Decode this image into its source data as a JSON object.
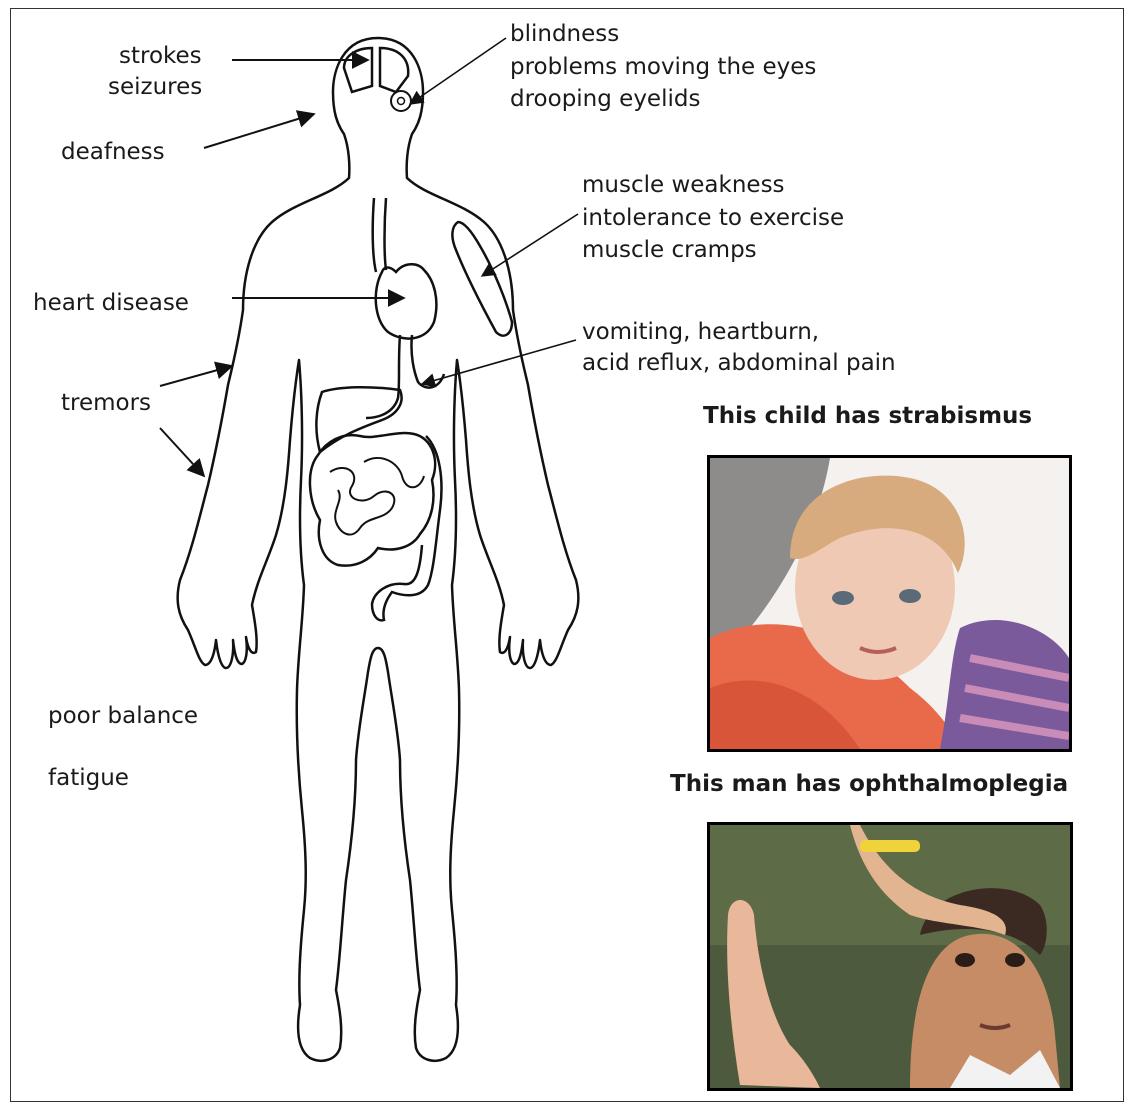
{
  "labels": {
    "strokes": "strokes",
    "seizures": "seizures",
    "deafness": "deafness",
    "heart_disease": "heart disease",
    "tremors": "tremors",
    "poor_balance": "poor balance",
    "fatigue": "fatigue",
    "eye": [
      "blindness",
      "problems moving the eyes",
      "drooping eyelids"
    ],
    "muscle": [
      "muscle weakness",
      "intolerance to exercise",
      "muscle cramps"
    ],
    "digestive": [
      "vomiting, heartburn,",
      "acid reflux, abdominal pain"
    ]
  },
  "captions": {
    "child": "This child has strabismus",
    "man": "This man has ophthalmoplegia"
  },
  "photos": {
    "child": "photo of child with strabismus",
    "man": "photo of man with ophthalmoplegia"
  },
  "colors": {
    "outline": "#111111",
    "text": "#1a1a1a"
  }
}
